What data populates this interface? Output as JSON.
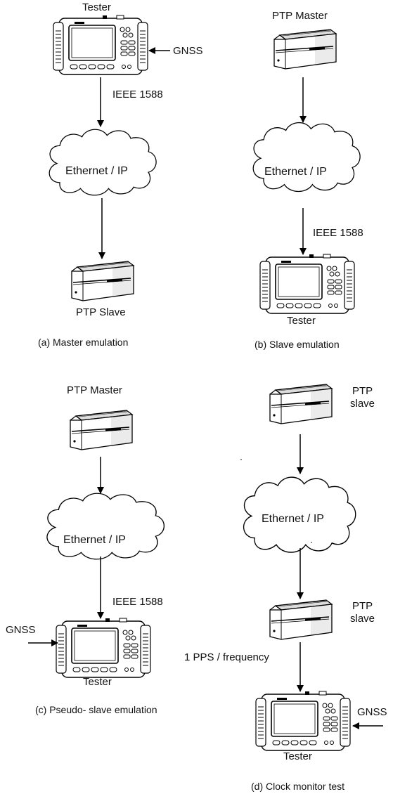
{
  "panels": {
    "a": {
      "caption": "(a) Master emulation",
      "tester_label": "Tester",
      "gnss_label": "GNSS",
      "link_label": "IEEE 1588",
      "network_label": "Ethernet / IP",
      "slave_label": "PTP Slave"
    },
    "b": {
      "caption": "(b) Slave emulation",
      "master_label": "PTP Master",
      "network_label": "Ethernet / IP",
      "link_label": "IEEE 1588",
      "tester_label": "Tester"
    },
    "c": {
      "caption": "(c) Pseudo- slave emulation",
      "master_label": "PTP Master",
      "network_label": "Ethernet / IP",
      "link_label": "IEEE 1588",
      "gnss_label": "GNSS",
      "tester_label": "Tester"
    },
    "d": {
      "caption": "(d) Clock monitor test",
      "slave_top_label_line1": "PTP",
      "slave_top_label_line2": "slave",
      "network_label": "Ethernet / IP",
      "slave_bottom_label_line1": "PTP",
      "slave_bottom_label_line2": "slave",
      "pps_label": "1 PPS / frequency",
      "gnss_label": "GNSS",
      "tester_label": "Tester"
    }
  },
  "style": {
    "stroke_color": "#000000",
    "fill_color": "#ffffff",
    "shade_color": "#e8e8e8"
  }
}
